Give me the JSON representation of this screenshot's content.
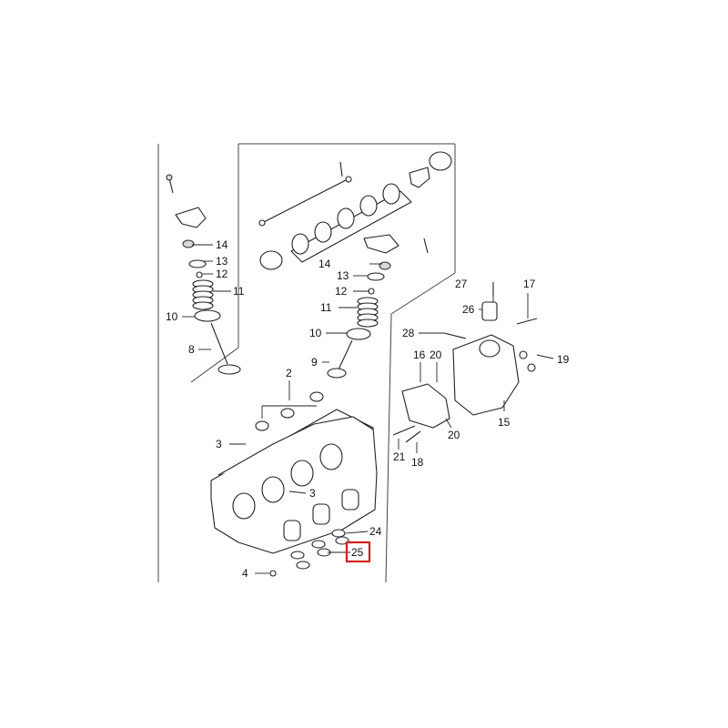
{
  "diagram": {
    "callouts": {
      "c14a": "14",
      "c13a": "13",
      "c12a": "12",
      "c11a": "11",
      "c10a": "10",
      "c8": "8",
      "c14b": "14",
      "c13b": "13",
      "c12b": "12",
      "c11b": "11",
      "c10b": "10",
      "c9": "9",
      "c2": "2",
      "c3a": "3",
      "c3b": "3",
      "c4": "4",
      "c27": "27",
      "c17": "17",
      "c26": "26",
      "c28": "28",
      "c16": "16",
      "c20a": "20",
      "c19": "19",
      "c15": "15",
      "c20b": "20",
      "c21": "21",
      "c18": "18",
      "c24": "24",
      "c25": "25"
    },
    "highlighted_callout": "25",
    "highlight_color": "#d51f1f"
  }
}
